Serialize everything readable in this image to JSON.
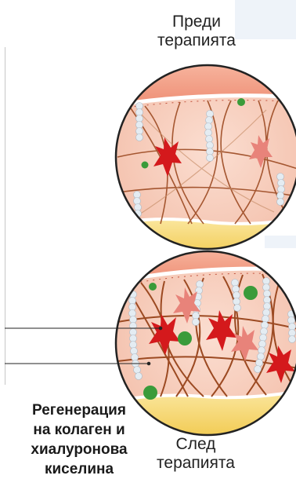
{
  "labels": {
    "before": [
      "Преди",
      "терапията"
    ],
    "after": [
      "След",
      "терапията"
    ],
    "regeneration": [
      "Регенерация",
      "на колаген и",
      "хиалуронова",
      "киселина"
    ]
  },
  "icons": {
    "skin_before": "skin-cross-section-before",
    "skin_after": "skin-cross-section-after"
  },
  "colors": {
    "dermis": "#f6c9b7",
    "epidermis": "#f2a089",
    "fat_layer": "#f7dc7a",
    "collagen_fibers": "#9c4a22",
    "fibroblast": "#d4191c",
    "fibroblast_inactive": "#e8837a",
    "hyaluronic_chain": "#dfe7ee",
    "growth_factor": "#3a9b3a",
    "accent_blue": "#eaf1f9"
  }
}
